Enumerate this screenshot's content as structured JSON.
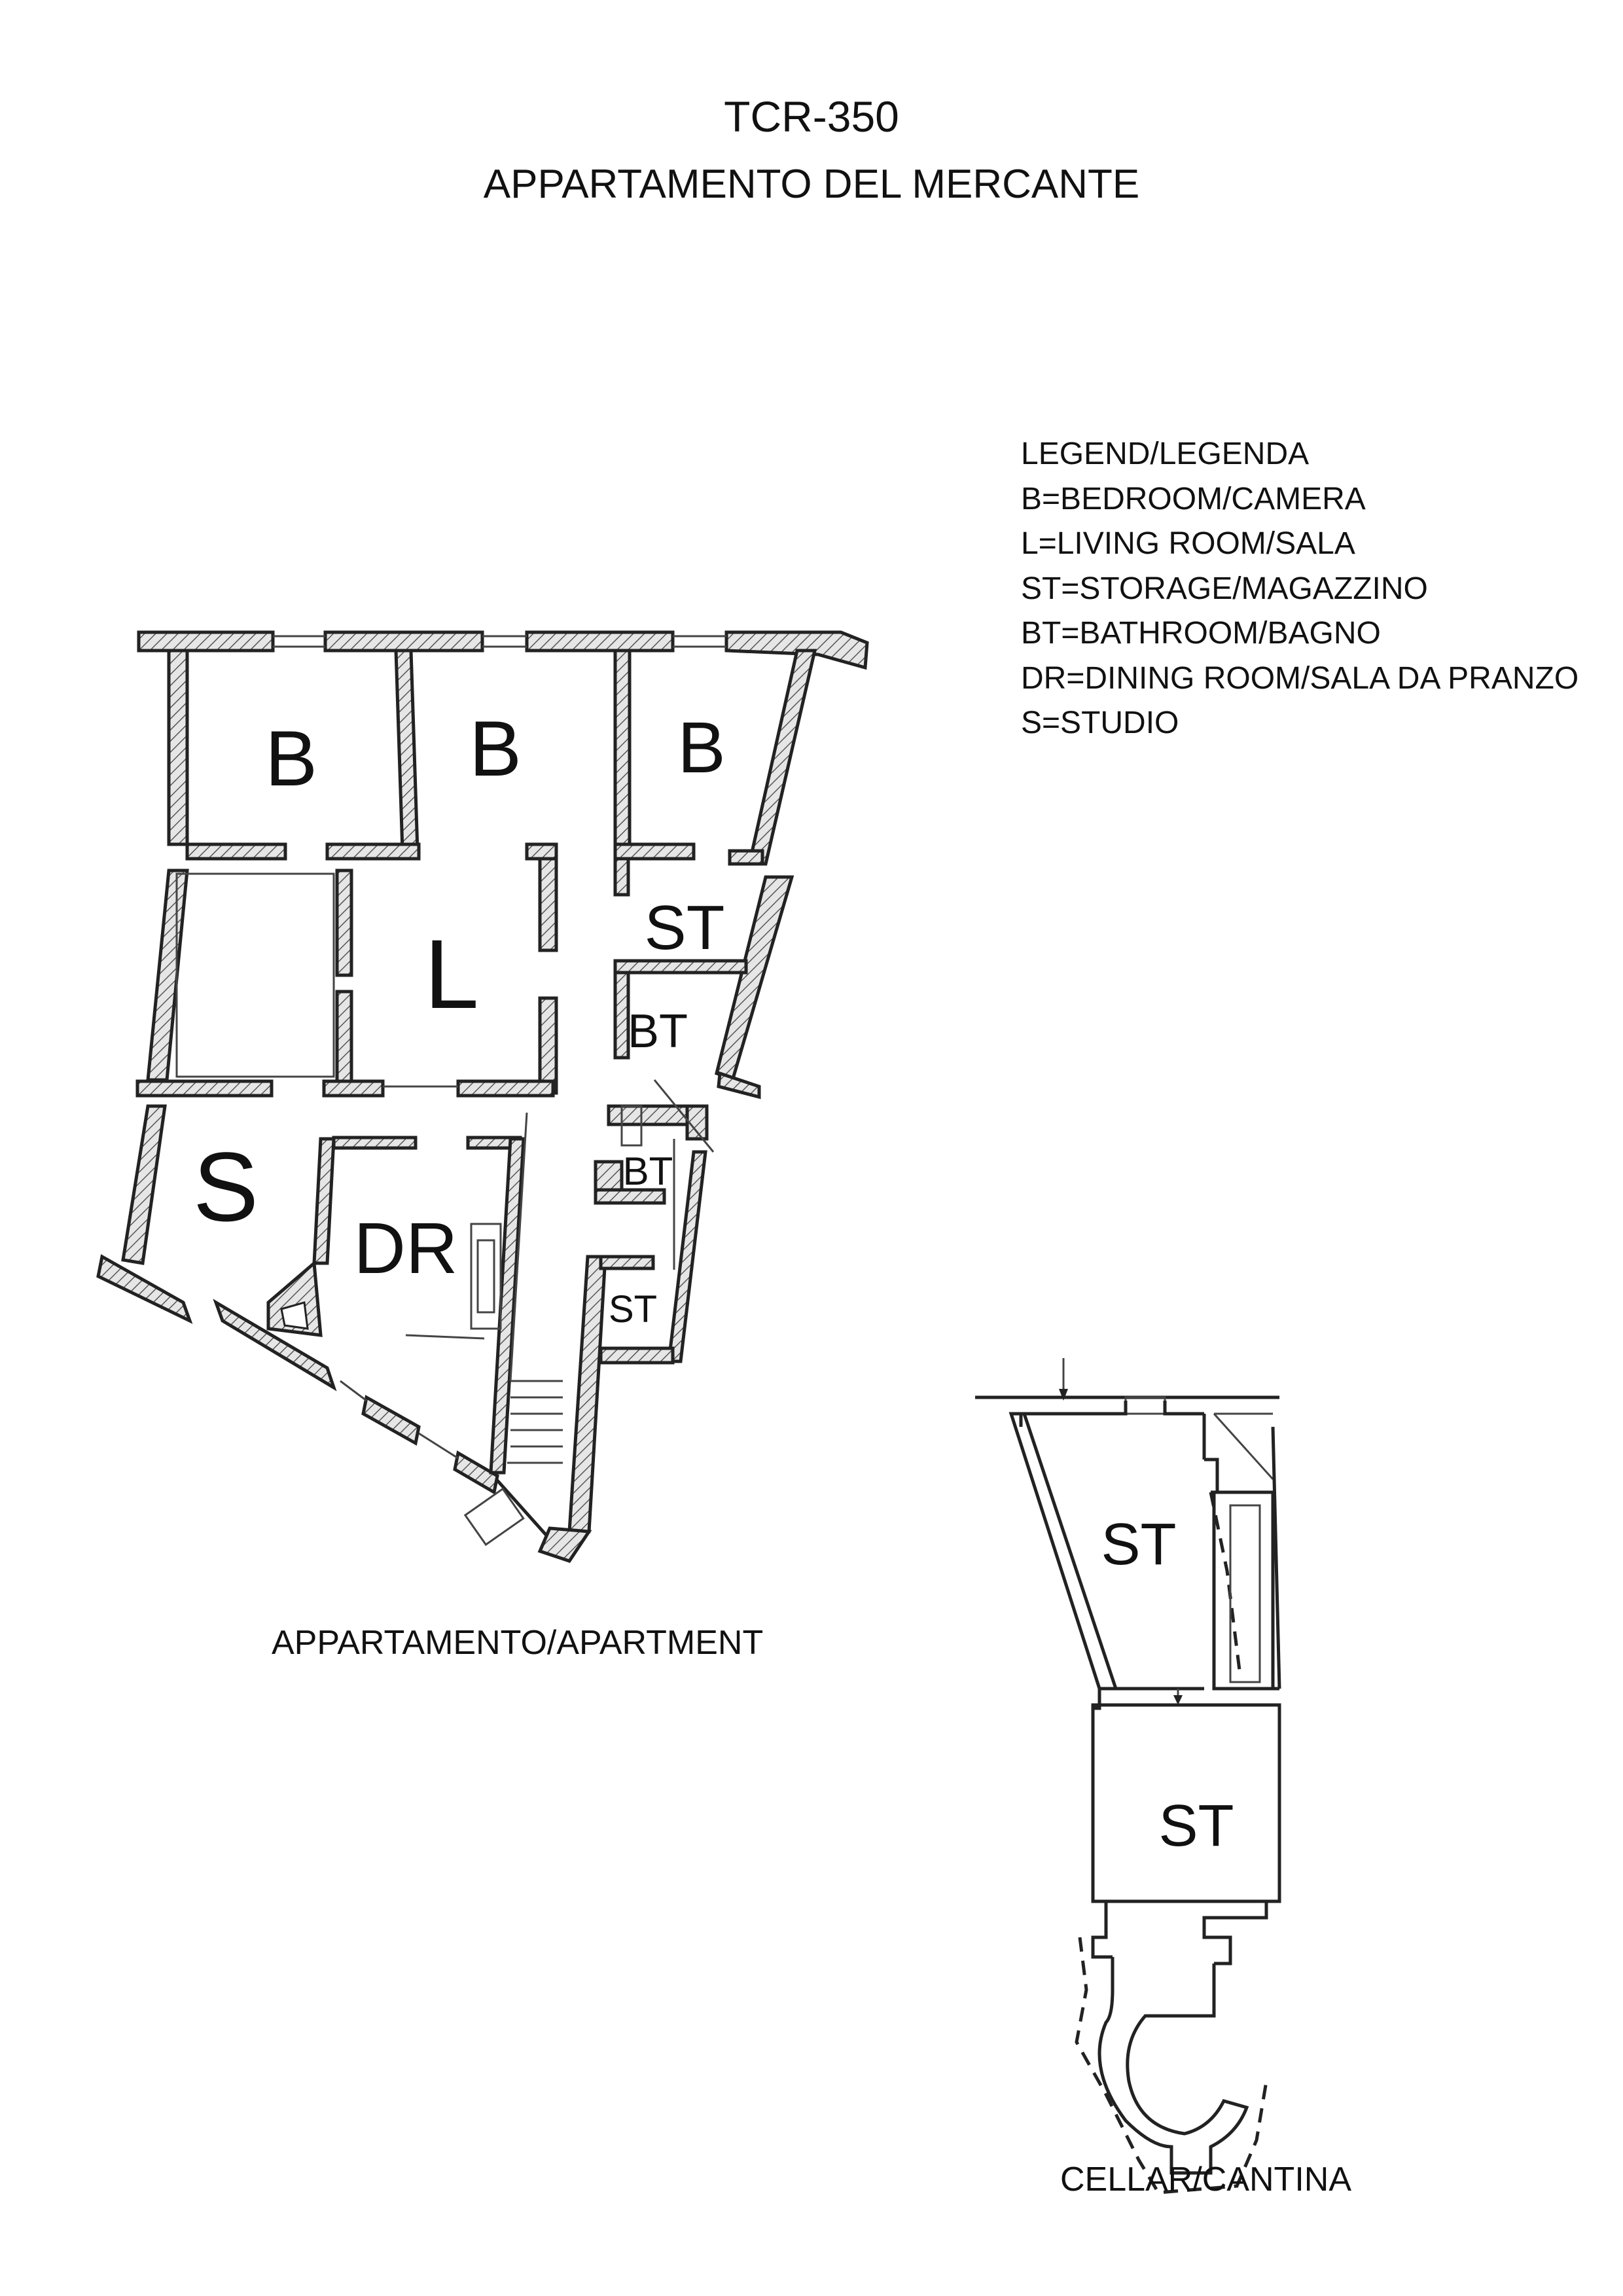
{
  "header": {
    "code": "TCR-350",
    "subtitle": "APPARTAMENTO DEL MERCANTE"
  },
  "legend": {
    "title": "LEGEND/LEGENDA",
    "entries": [
      "B=BEDROOM/CAMERA",
      "L=LIVING ROOM/SALA",
      "ST=STORAGE/MAGAZZINO",
      "BT=BATHROOM/BAGNO",
      "DR=DINING ROOM/SALA DA PRANZO",
      "S=STUDIO"
    ]
  },
  "apartment": {
    "caption": "APPARTAMENTO/APARTMENT",
    "rooms": {
      "bedroom_1": "B",
      "bedroom_2": "B",
      "bedroom_3": "B",
      "living": "L",
      "storage_1": "ST",
      "bath_1": "BT",
      "bath_2": "BT",
      "studio": "S",
      "dining": "DR",
      "storage_2": "ST"
    }
  },
  "cellar": {
    "caption": "CELLAR/CANTINA",
    "rooms": {
      "storage_1": "ST",
      "storage_2": "ST"
    }
  }
}
